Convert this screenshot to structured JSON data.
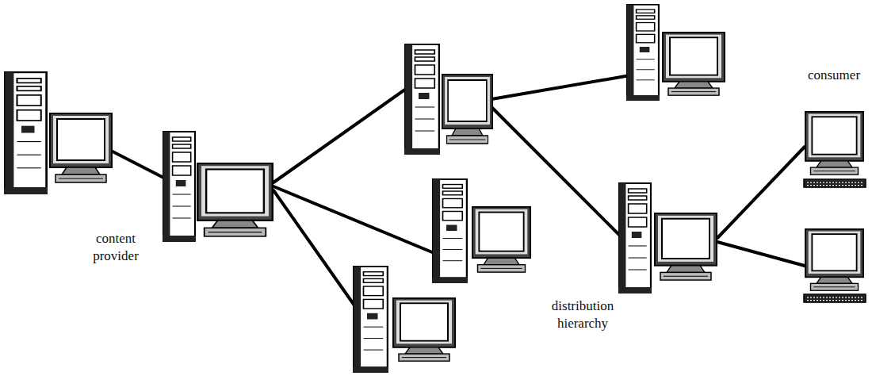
{
  "diagram": {
    "labels": [
      "content provider",
      "distribution hierarchy",
      "consumer"
    ]
  }
}
